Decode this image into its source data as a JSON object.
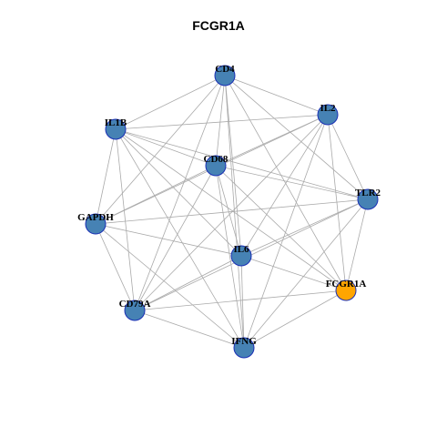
{
  "title": "FCGR1A",
  "colors": {
    "node_fill": "#4682B4",
    "node_stroke": "#1a2fb5",
    "highlight_fill": "#FFA500",
    "edge": "#aaaaaa"
  },
  "nodes": [
    {
      "id": "CD4",
      "label": "CD4",
      "highlight": false
    },
    {
      "id": "IL2",
      "label": "IL2",
      "highlight": false
    },
    {
      "id": "IL1B",
      "label": "IL1B",
      "highlight": false
    },
    {
      "id": "CD68",
      "label": "CD68",
      "highlight": false
    },
    {
      "id": "TLR2",
      "label": "TLR2",
      "highlight": false
    },
    {
      "id": "GAPDH",
      "label": "GAPDH",
      "highlight": false
    },
    {
      "id": "IL6",
      "label": "IL6",
      "highlight": false
    },
    {
      "id": "FCGR1A",
      "label": "FCGR1A",
      "highlight": true
    },
    {
      "id": "CD79A",
      "label": "CD79A",
      "highlight": false
    },
    {
      "id": "IFNG",
      "label": "IFNG",
      "highlight": false
    }
  ],
  "edges": [
    [
      "CD4",
      "IL2"
    ],
    [
      "CD4",
      "IL1B"
    ],
    [
      "CD4",
      "CD68"
    ],
    [
      "CD4",
      "TLR2"
    ],
    [
      "CD4",
      "GAPDH"
    ],
    [
      "CD4",
      "IL6"
    ],
    [
      "CD4",
      "FCGR1A"
    ],
    [
      "CD4",
      "CD79A"
    ],
    [
      "CD4",
      "IFNG"
    ],
    [
      "IL2",
      "IL1B"
    ],
    [
      "IL2",
      "CD68"
    ],
    [
      "IL2",
      "TLR2"
    ],
    [
      "IL2",
      "GAPDH"
    ],
    [
      "IL2",
      "IL6"
    ],
    [
      "IL2",
      "FCGR1A"
    ],
    [
      "IL2",
      "CD79A"
    ],
    [
      "IL2",
      "IFNG"
    ],
    [
      "IL1B",
      "CD68"
    ],
    [
      "IL1B",
      "TLR2"
    ],
    [
      "IL1B",
      "GAPDH"
    ],
    [
      "IL1B",
      "IL6"
    ],
    [
      "IL1B",
      "FCGR1A"
    ],
    [
      "IL1B",
      "CD79A"
    ],
    [
      "IL1B",
      "IFNG"
    ],
    [
      "CD68",
      "TLR2"
    ],
    [
      "CD68",
      "GAPDH"
    ],
    [
      "CD68",
      "IL6"
    ],
    [
      "CD68",
      "FCGR1A"
    ],
    [
      "CD68",
      "CD79A"
    ],
    [
      "CD68",
      "IFNG"
    ],
    [
      "TLR2",
      "GAPDH"
    ],
    [
      "TLR2",
      "IL6"
    ],
    [
      "TLR2",
      "FCGR1A"
    ],
    [
      "TLR2",
      "CD79A"
    ],
    [
      "TLR2",
      "IFNG"
    ],
    [
      "GAPDH",
      "IL6"
    ],
    [
      "GAPDH",
      "CD79A"
    ],
    [
      "GAPDH",
      "IFNG"
    ],
    [
      "IL6",
      "FCGR1A"
    ],
    [
      "IL6",
      "CD79A"
    ],
    [
      "IL6",
      "IFNG"
    ],
    [
      "FCGR1A",
      "CD79A"
    ],
    [
      "FCGR1A",
      "IFNG"
    ],
    [
      "CD79A",
      "IFNG"
    ]
  ]
}
